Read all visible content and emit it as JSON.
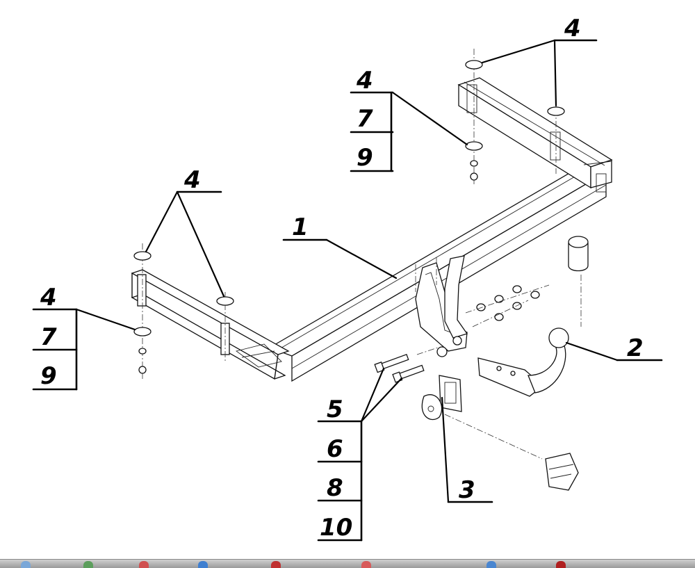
{
  "callouts": {
    "part_1": "1",
    "part_2": "2",
    "part_3": "3",
    "top_right": "4",
    "top_middle": [
      "4",
      "7",
      "9"
    ],
    "left_upper": "4",
    "left_lower": [
      "4",
      "7",
      "9"
    ],
    "bolts": [
      "5",
      "6",
      "8",
      "10"
    ]
  },
  "colors": {
    "line": "#111111",
    "background": "#ffffff",
    "taskbar": "#b4b4b4"
  }
}
